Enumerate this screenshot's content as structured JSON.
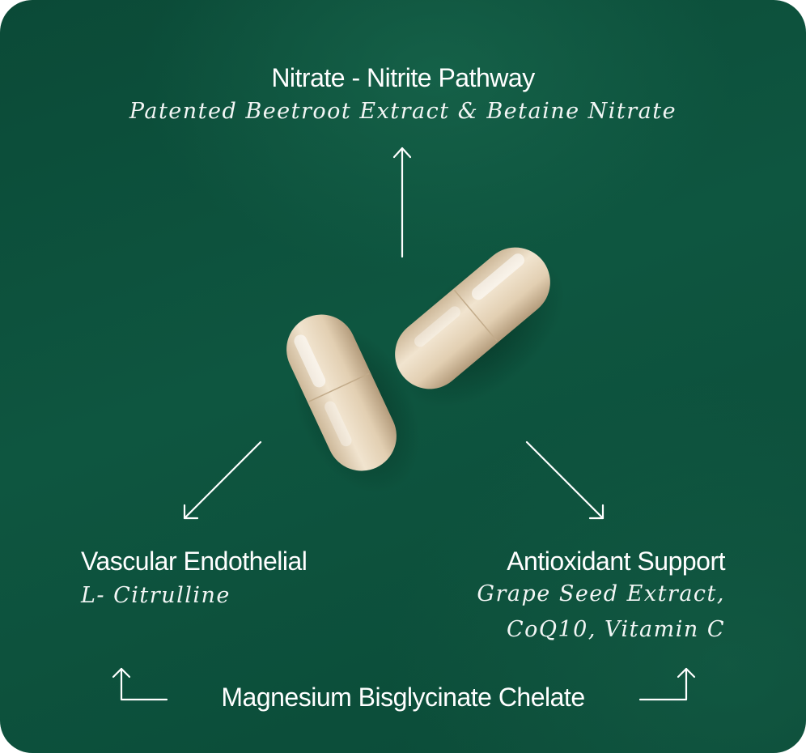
{
  "pathways": {
    "top": {
      "title": "Nitrate - Nitrite Pathway",
      "subtitle": "Patented Beetroot Extract & Betaine Nitrate"
    },
    "left": {
      "title": "Vascular Endothelial",
      "subtitle": "L- Citrulline"
    },
    "right": {
      "title": "Antioxidant Support",
      "subtitle_line1": "Grape Seed Extract,",
      "subtitle_line2": "CoQ10, Vitamin C"
    },
    "bottom": {
      "title": "Magnesium Bisglycinate Chelate"
    }
  },
  "colors": {
    "background": "#0e5640",
    "text": "#ffffff",
    "capsule": "#e8d7bd"
  },
  "icons": [
    "arrow-up-icon",
    "arrow-down-left-icon",
    "arrow-down-right-icon",
    "corner-arrow-up-left-icon",
    "corner-arrow-up-right-icon",
    "capsule-pill-icon"
  ]
}
